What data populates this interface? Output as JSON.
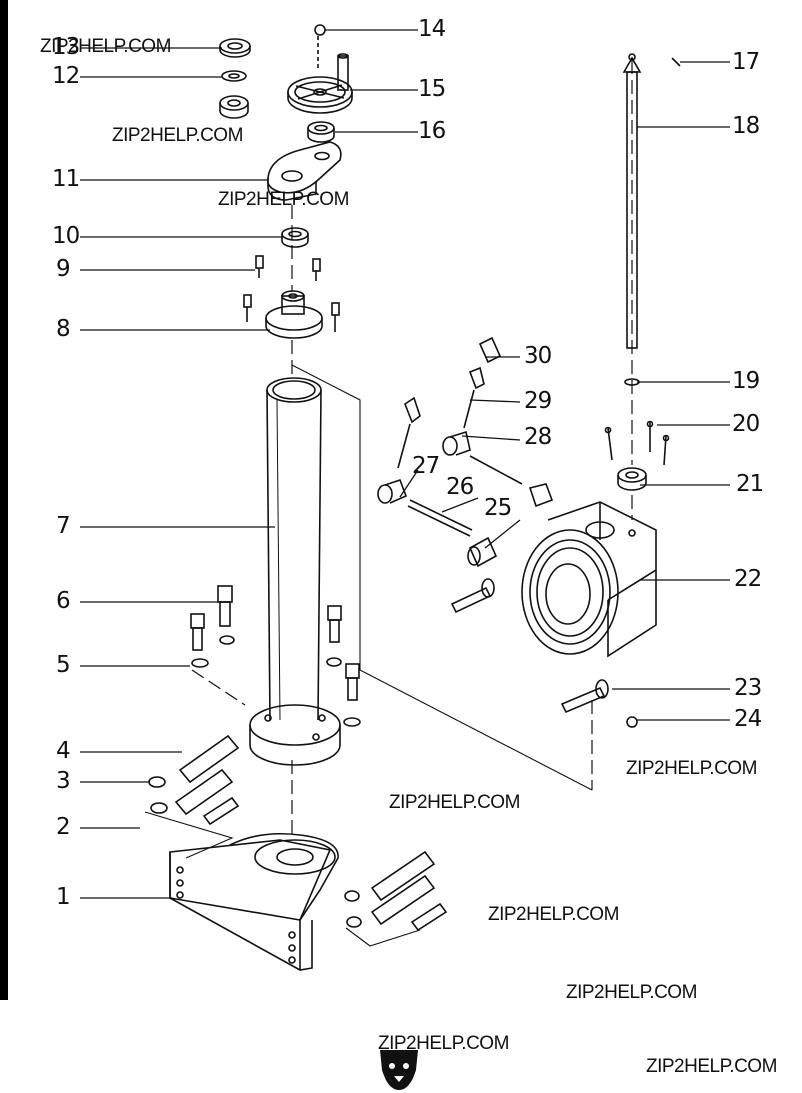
{
  "callouts": [
    "1",
    "2",
    "3",
    "4",
    "5",
    "6",
    "7",
    "8",
    "9",
    "10",
    "11",
    "12",
    "13",
    "14",
    "15",
    "16",
    "17",
    "18",
    "19",
    "20",
    "21",
    "22",
    "23",
    "24",
    "25",
    "26",
    "27",
    "28",
    "29",
    "30"
  ],
  "watermarks": [
    "ZIP2HELP.COM",
    "ZIP2HELP.COM",
    "ZIP2HELP.COM",
    "ZIP2HELP.COM",
    "ZIP2HELP.COM",
    "ZIP2HELP.COM",
    "ZIP2HELP.COM",
    "ZIP2HELP.COM",
    "ZIP2HELP.COM"
  ],
  "logo_icon": "bear-head-logo",
  "colors": {
    "line": "#111111",
    "background": "#ffffff"
  }
}
